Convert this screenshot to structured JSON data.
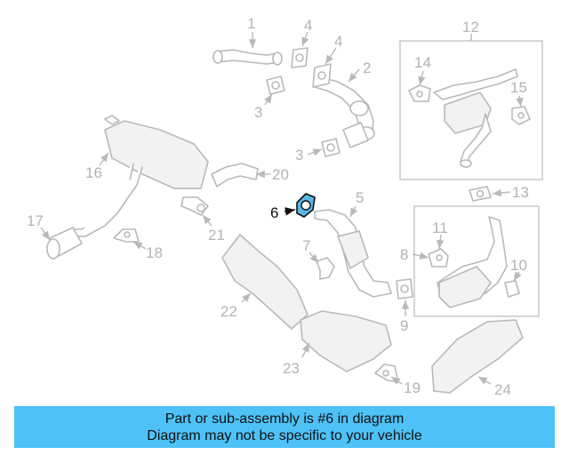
{
  "diagram": {
    "callouts": {
      "c1": "1",
      "c2": "2",
      "c3a": "3",
      "c3b": "3",
      "c4a": "4",
      "c4b": "4",
      "c5": "5",
      "c6": "6",
      "c7": "7",
      "c8": "8",
      "c9": "9",
      "c10": "10",
      "c11": "11",
      "c12": "12",
      "c13": "13",
      "c14": "14",
      "c15": "15",
      "c16": "16",
      "c17": "17",
      "c18": "18",
      "c19": "19",
      "c20": "20",
      "c21": "21",
      "c22": "22",
      "c23": "23",
      "c24": "24"
    },
    "highlighted_part": "6",
    "highlight_color": "#59b7e6"
  },
  "banner": {
    "line1": "Part or sub-assembly is #6 in diagram",
    "line2": "Diagram may not be specific to your vehicle",
    "background": "#4ec1f7"
  }
}
